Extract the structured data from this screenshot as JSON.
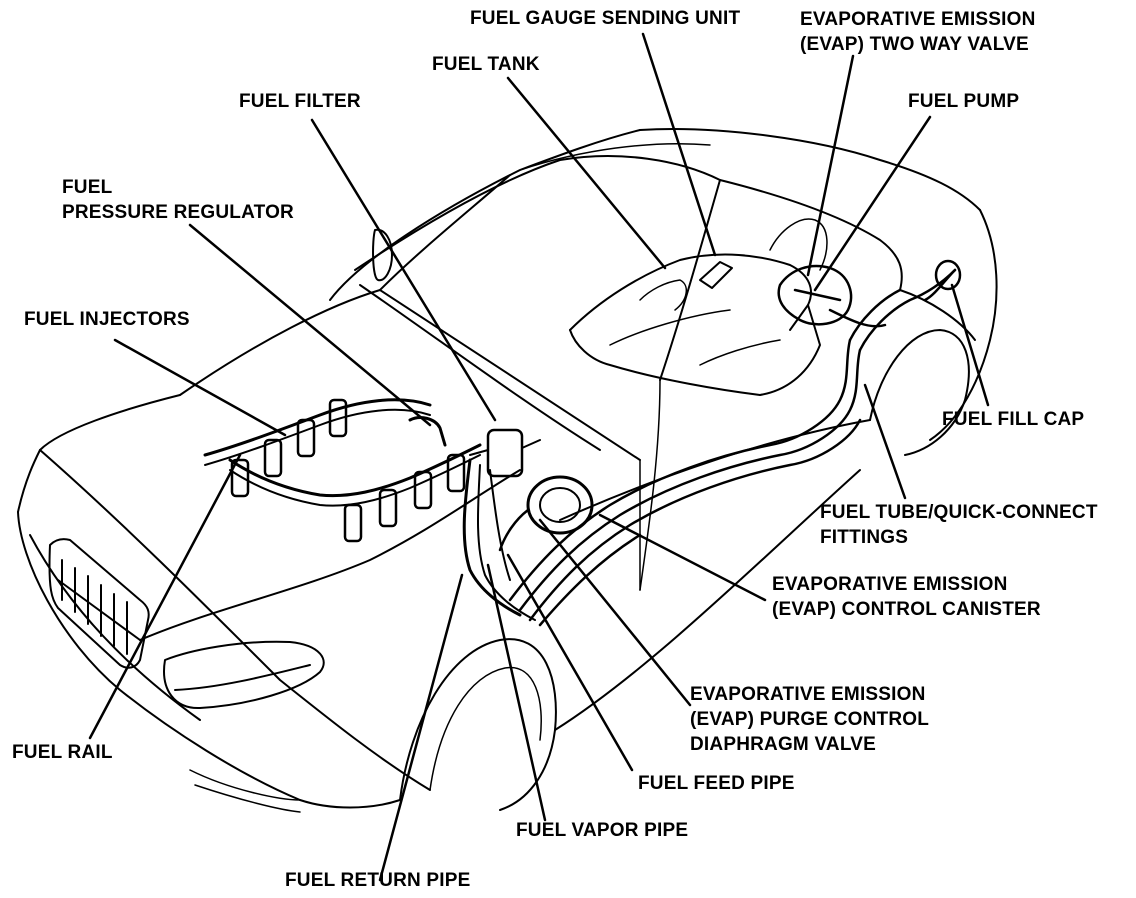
{
  "labels": {
    "fuel_gauge_sending_unit": "FUEL GAUGE SENDING UNIT",
    "evap_two_way_valve": [
      "EVAPORATIVE EMISSION",
      "(EVAP) TWO WAY VALVE"
    ],
    "fuel_tank": "FUEL TANK",
    "fuel_filter": "FUEL FILTER",
    "fuel_pump": "FUEL PUMP",
    "fuel_pressure_regulator": [
      "FUEL",
      "PRESSURE REGULATOR"
    ],
    "fuel_injectors": "FUEL INJECTORS",
    "fuel_fill_cap": "FUEL FILL CAP",
    "fuel_tube_fittings": [
      "FUEL TUBE/QUICK-CONNECT",
      "FITTINGS"
    ],
    "evap_control_canister": [
      "EVAPORATIVE EMISSION",
      "(EVAP) CONTROL CANISTER"
    ],
    "evap_purge_valve": [
      "EVAPORATIVE EMISSION",
      "(EVAP) PURGE CONTROL",
      "DIAPHRAGM VALVE"
    ],
    "fuel_rail": "FUEL RAIL",
    "fuel_feed_pipe": "FUEL FEED PIPE",
    "fuel_vapor_pipe": "FUEL VAPOR PIPE",
    "fuel_return_pipe": "FUEL RETURN PIPE"
  },
  "colors": {
    "ink": "#000000",
    "paper": "#ffffff"
  }
}
